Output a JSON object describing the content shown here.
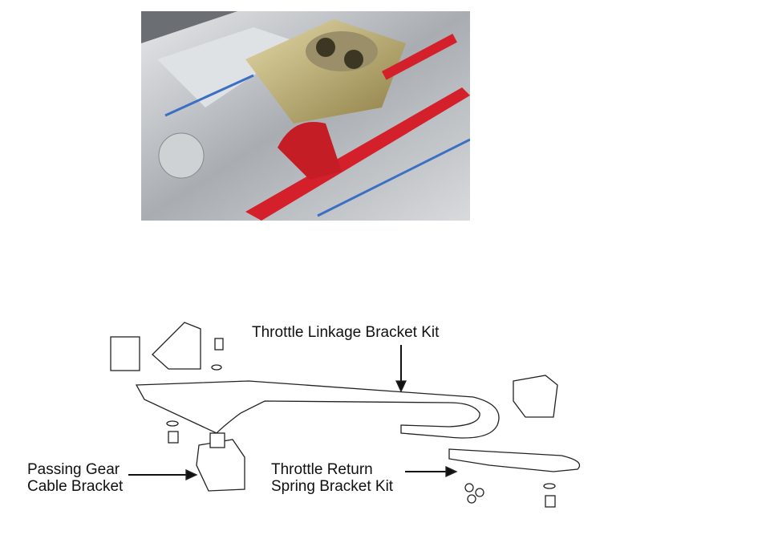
{
  "photo": {
    "subject": "carburetor-with-red-throttle-bracket"
  },
  "labels": {
    "throttle_linkage": "Throttle Linkage Bracket Kit",
    "passing_gear_line1": "Passing Gear",
    "passing_gear_line2": "Cable Bracket",
    "return_spring_line1": "Throttle Return",
    "return_spring_line2": "Spring Bracket Kit"
  },
  "colors": {
    "bracket_red": "#d4202a",
    "aluminum": "#c8cbcf"
  }
}
